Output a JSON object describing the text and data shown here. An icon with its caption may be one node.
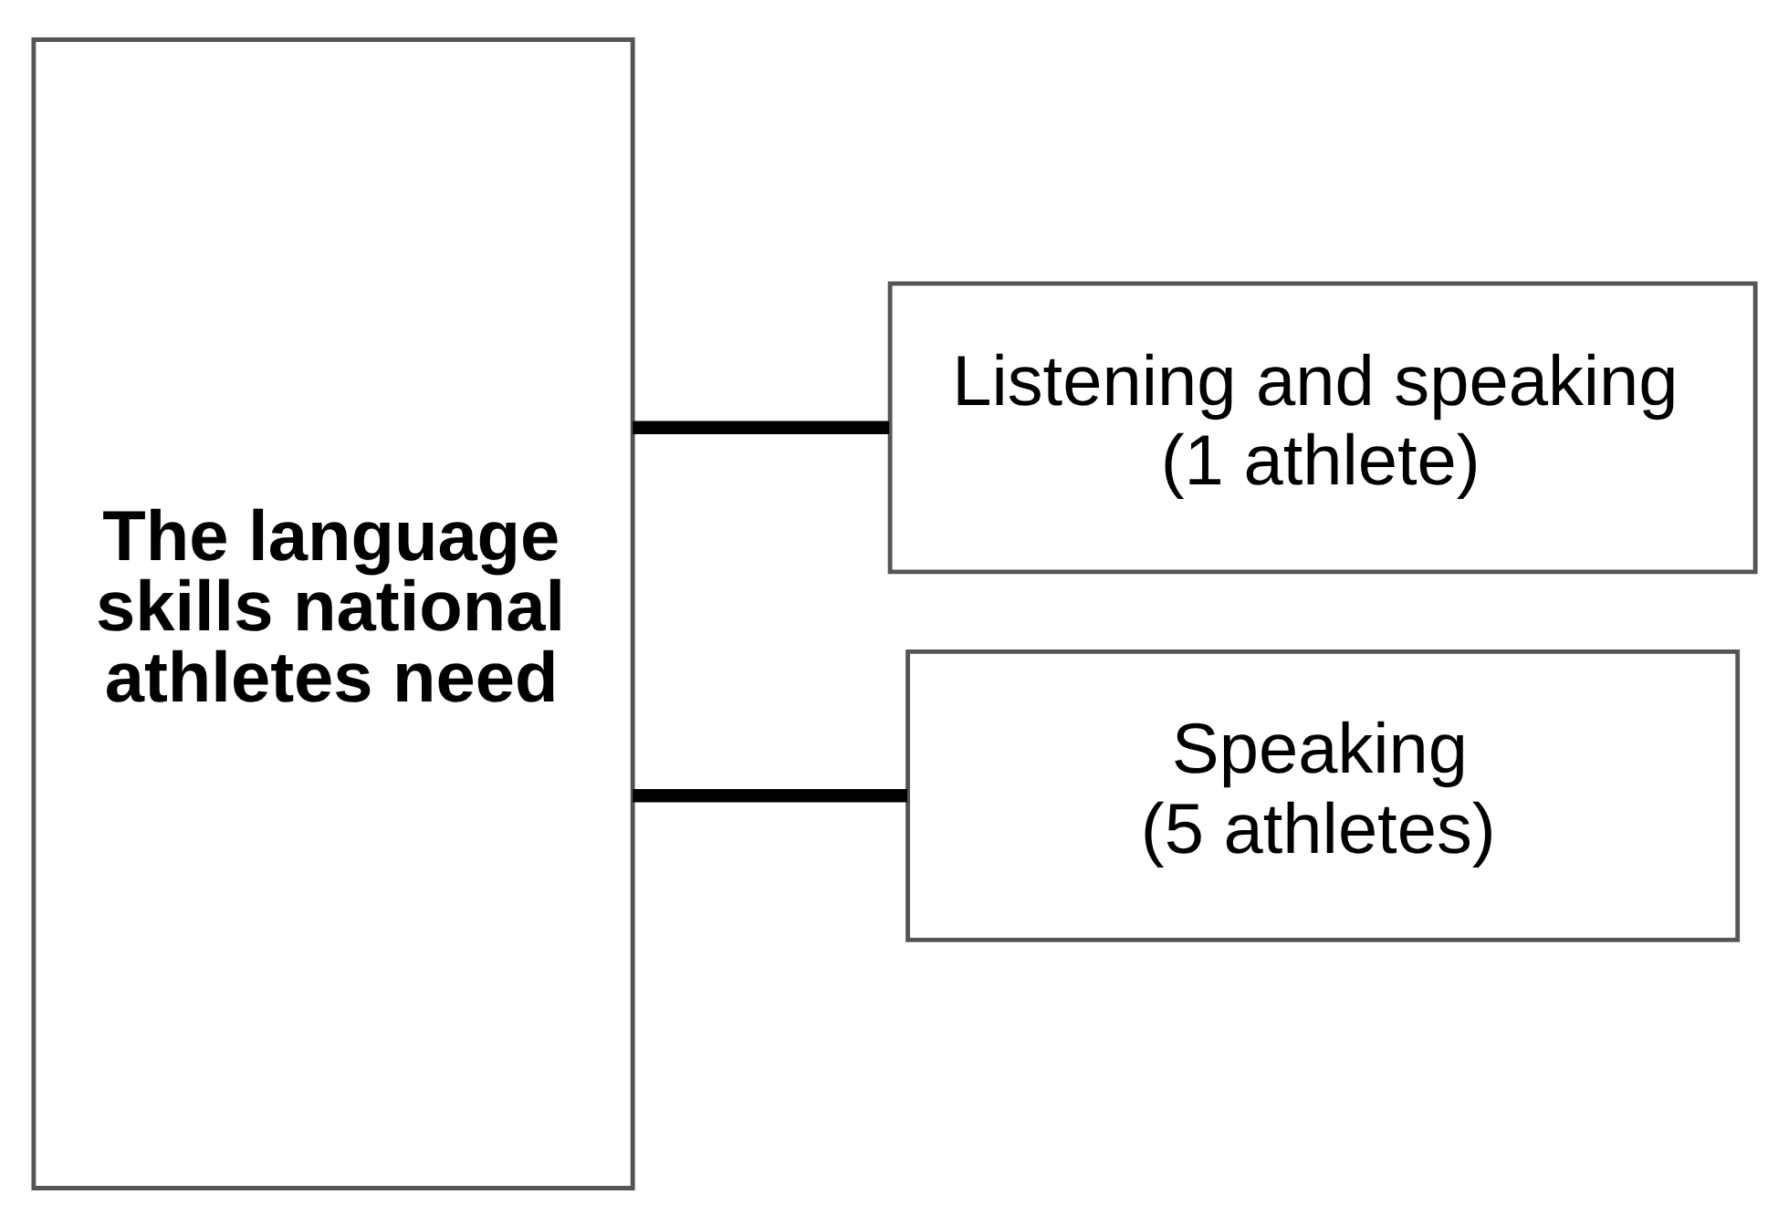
{
  "diagram": {
    "nodes": [
      {
        "text": [
          "The language skills national athletes need"
        ]
      },
      {
        "text": [
          "Listening and speaking (1 athlete)"
        ]
      },
      {
        "text": [
          "Speaking (5 athletes)"
        ]
      }
    ],
    "edges": [
      {
        "from": 0,
        "to": 1,
        "arrow": "none"
      },
      {
        "from": 0,
        "to": 2,
        "arrow": "none"
      }
    ]
  }
}
